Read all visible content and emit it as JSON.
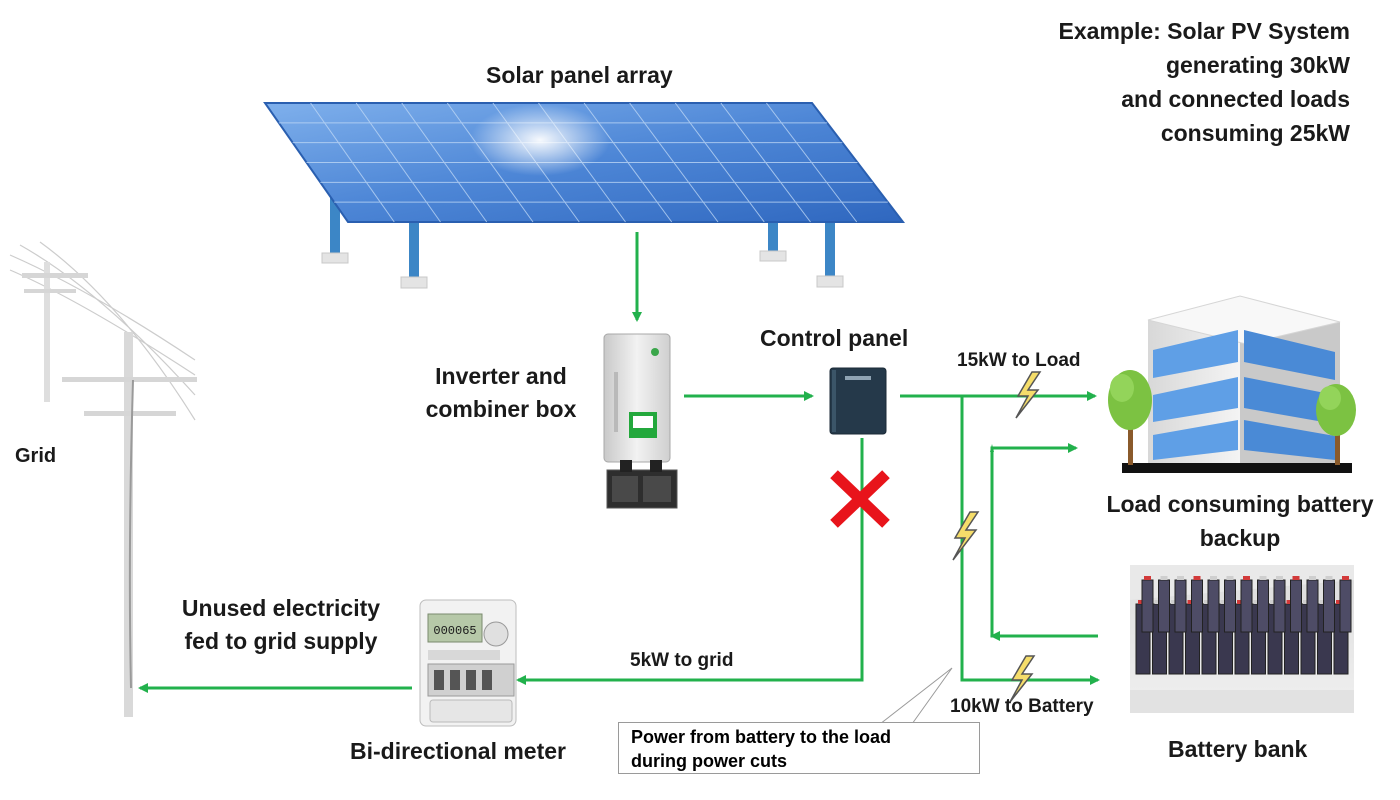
{
  "example": {
    "line1": "Example: Solar PV System",
    "line2": "generating 30kW",
    "line3": "and connected loads",
    "line4": "consuming 25kW"
  },
  "labels": {
    "solar_panel_array": "Solar panel array",
    "inverter_line1": "Inverter and",
    "inverter_line2": "combiner box",
    "control_panel": "Control panel",
    "grid": "Grid",
    "load_line1": "Load consuming battery",
    "load_line2": "backup",
    "battery_bank": "Battery bank",
    "unused_line1": "Unused electricity",
    "unused_line2": "fed to grid supply",
    "meter": "Bi-directional meter"
  },
  "flows": {
    "to_load": "15kW to Load",
    "to_grid": "5kW to grid",
    "to_battery": "10kW to Battery"
  },
  "callout": {
    "line1": "Power from battery to the load",
    "line2": "during power cuts"
  },
  "meter_display": "000065",
  "colors": {
    "flow_line": "#22b14c",
    "blocked_mark": "#e8141b",
    "panel_blue": "#4d86d6",
    "building_window": "#6aa8e8"
  }
}
